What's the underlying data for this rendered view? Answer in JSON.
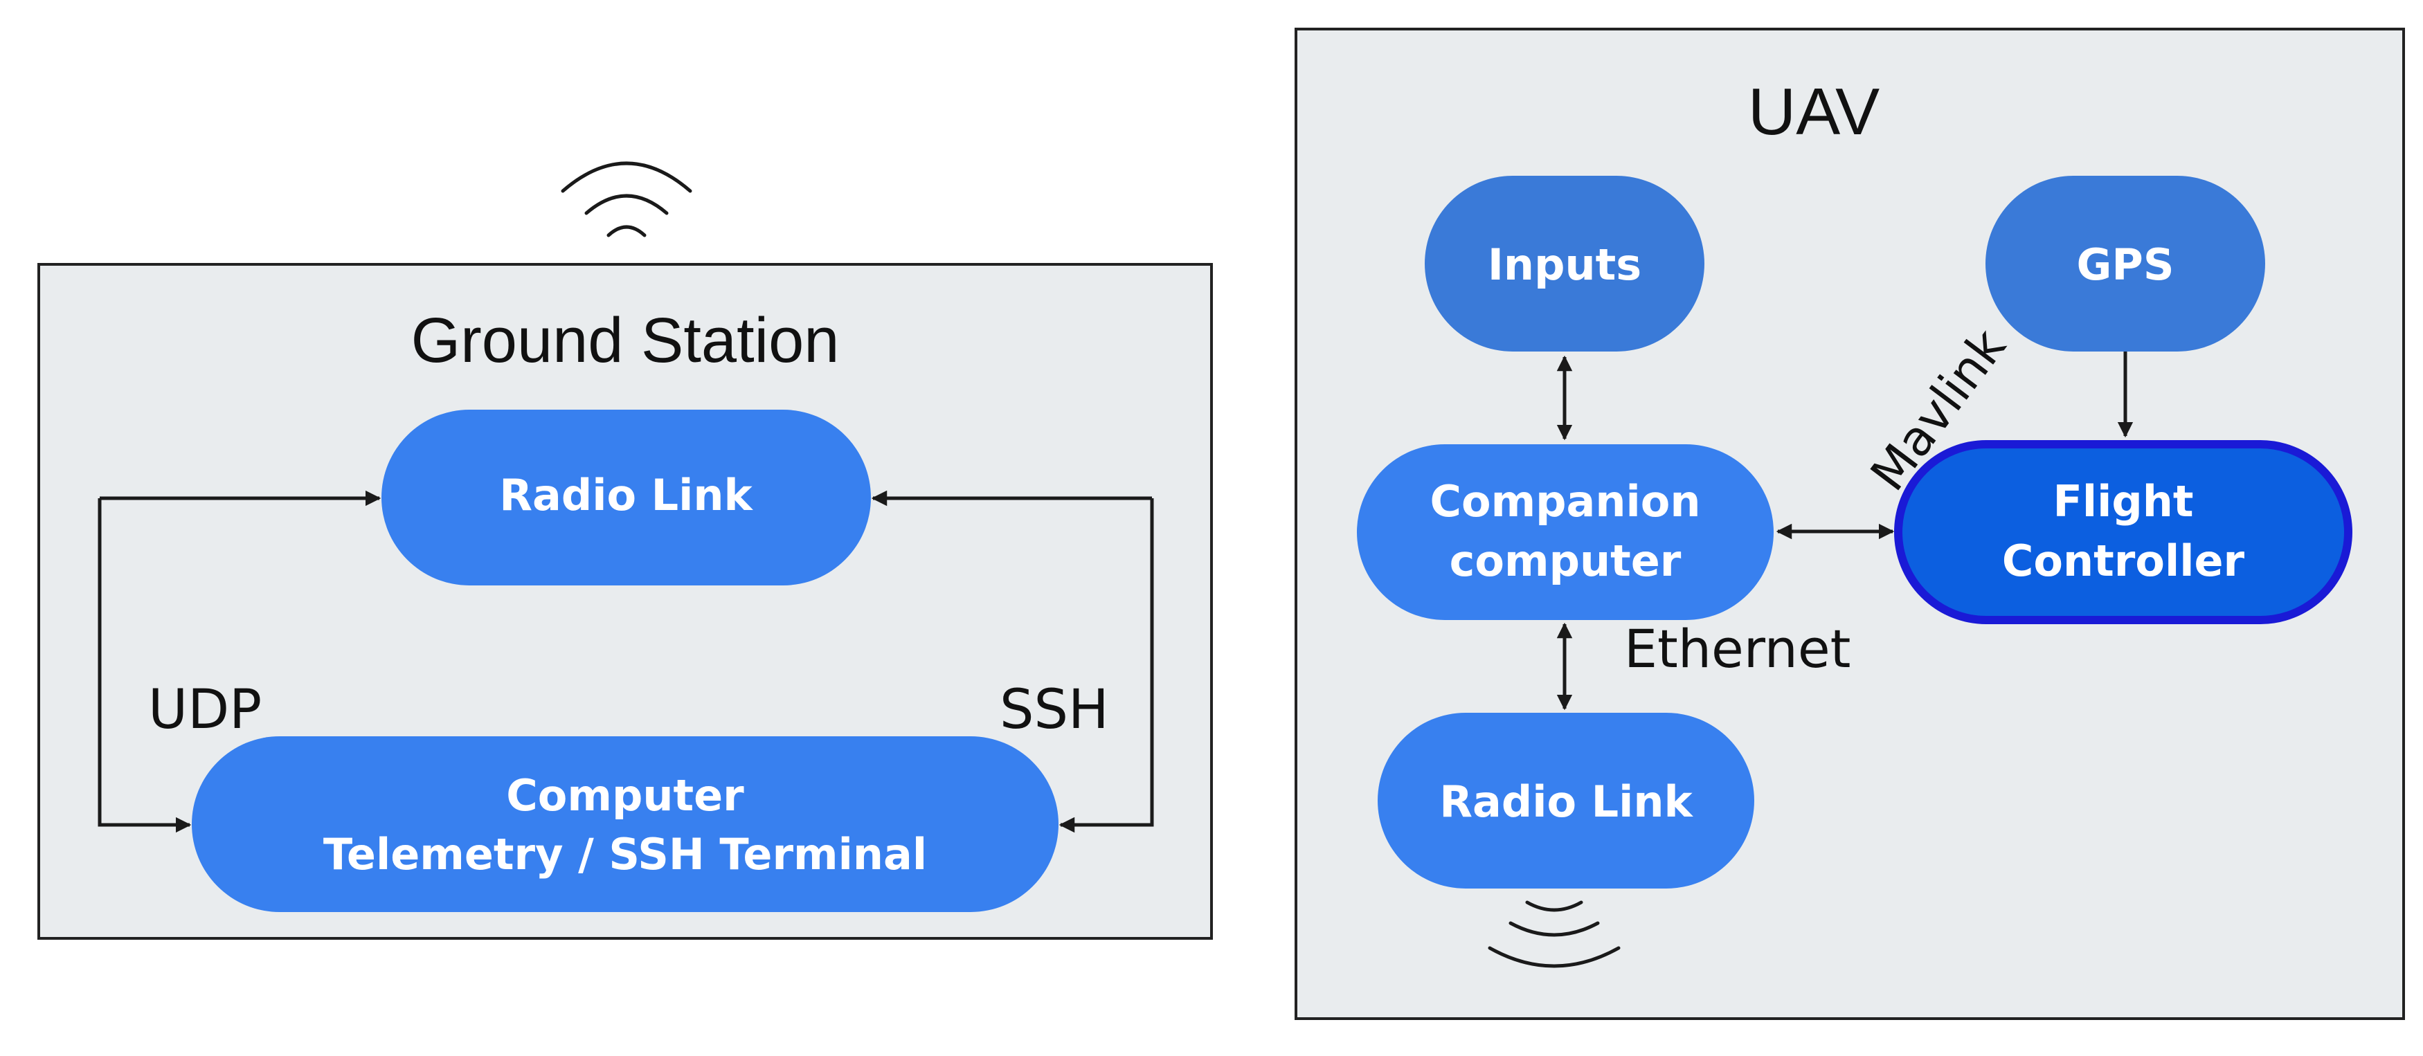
{
  "ground_station": {
    "title": "Ground Station",
    "radio_link": "Radio Link",
    "computer_line1": "Computer",
    "computer_line2": "Telemetry / SSH Terminal",
    "label_udp": "UDP",
    "label_ssh": "SSH"
  },
  "uav": {
    "title": "UAV",
    "inputs": "Inputs",
    "gps": "GPS",
    "companion_line1": "Companion",
    "companion_line2": "computer",
    "flight_line1": "Flight",
    "flight_line2": "Controller",
    "radio_link": "Radio Link",
    "label_mavlink": "Mavlink",
    "label_ethernet": "Ethernet"
  },
  "colors": {
    "panel_fill": "#e9ecee",
    "panel_border": "#222222",
    "node_fill": "#3880ef",
    "node_fill_dark": "#3a7ad8",
    "flight_fill": "#0c5fe0",
    "flight_border": "#1a1ad6"
  }
}
